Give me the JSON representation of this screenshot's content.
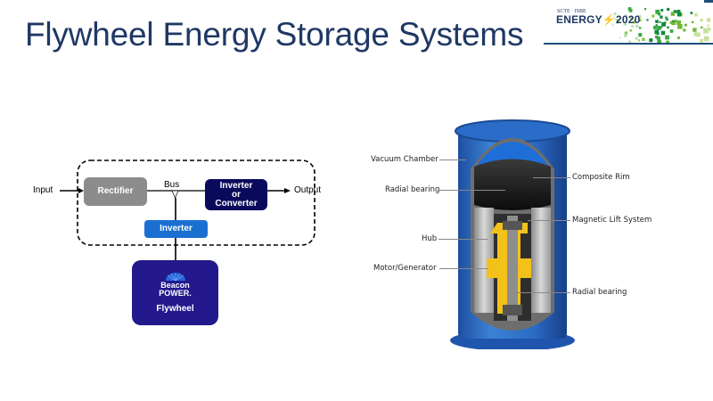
{
  "slide": {
    "title": "Flywheel Energy Storage Systems",
    "logo": {
      "small_text": "SCTE · ISBE",
      "brand_text_a": "ENERGY",
      "brand_text_b": "2020",
      "icon": "lightning-bolt-icon"
    }
  },
  "block_diagram": {
    "input_label": "Input",
    "output_label": "Output",
    "bus_label": "Bus",
    "rectifier_label": "Rectifier",
    "inverter_converter_line1": "Inverter",
    "inverter_converter_line2": "or",
    "inverter_converter_line3": "Converter",
    "inverter_label": "Inverter",
    "flywheel": {
      "brand_line1": "Beacon",
      "brand_line2": "POWER.",
      "label": "Flywheel"
    },
    "colors": {
      "rectifier": "#8c8c8c",
      "inverter_converter": "#0a0a5c",
      "inverter": "#1a6fd1",
      "flywheel": "#23198c"
    }
  },
  "cutaway": {
    "left_callouts": [
      "Vacuum Chamber",
      "Radial bearing",
      "Hub",
      "Motor/Generator"
    ],
    "right_callouts": [
      "Composite Rim",
      "Magnetic Lift System",
      "Radial bearing"
    ]
  }
}
